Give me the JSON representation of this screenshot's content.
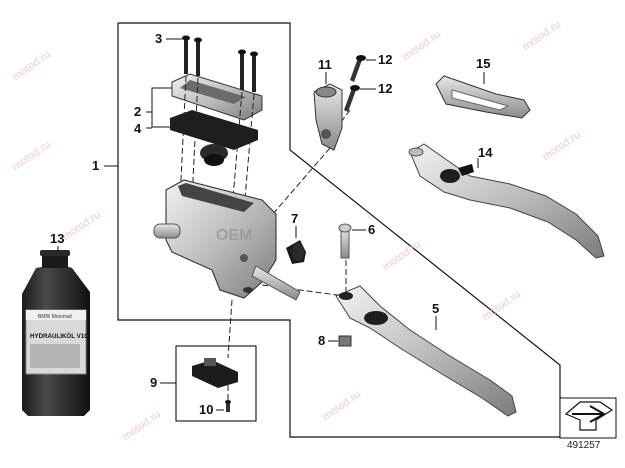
{
  "diagram": {
    "diagram_number": "491257",
    "watermark": "motod.ru",
    "oil_bottle_label": "HYDRAULIKÖL V10",
    "oil_bottle_brand": "BMW Motorrad",
    "housing_stamp": "OEM",
    "callouts": {
      "c1": "1",
      "c2": "2",
      "c3": "3",
      "c4": "4",
      "c5": "5",
      "c6": "6",
      "c7": "7",
      "c8": "8",
      "c9": "9",
      "c10": "10",
      "c11": "11",
      "c12a": "12",
      "c12b": "12",
      "c13": "13",
      "c14": "14",
      "c15": "15"
    }
  }
}
